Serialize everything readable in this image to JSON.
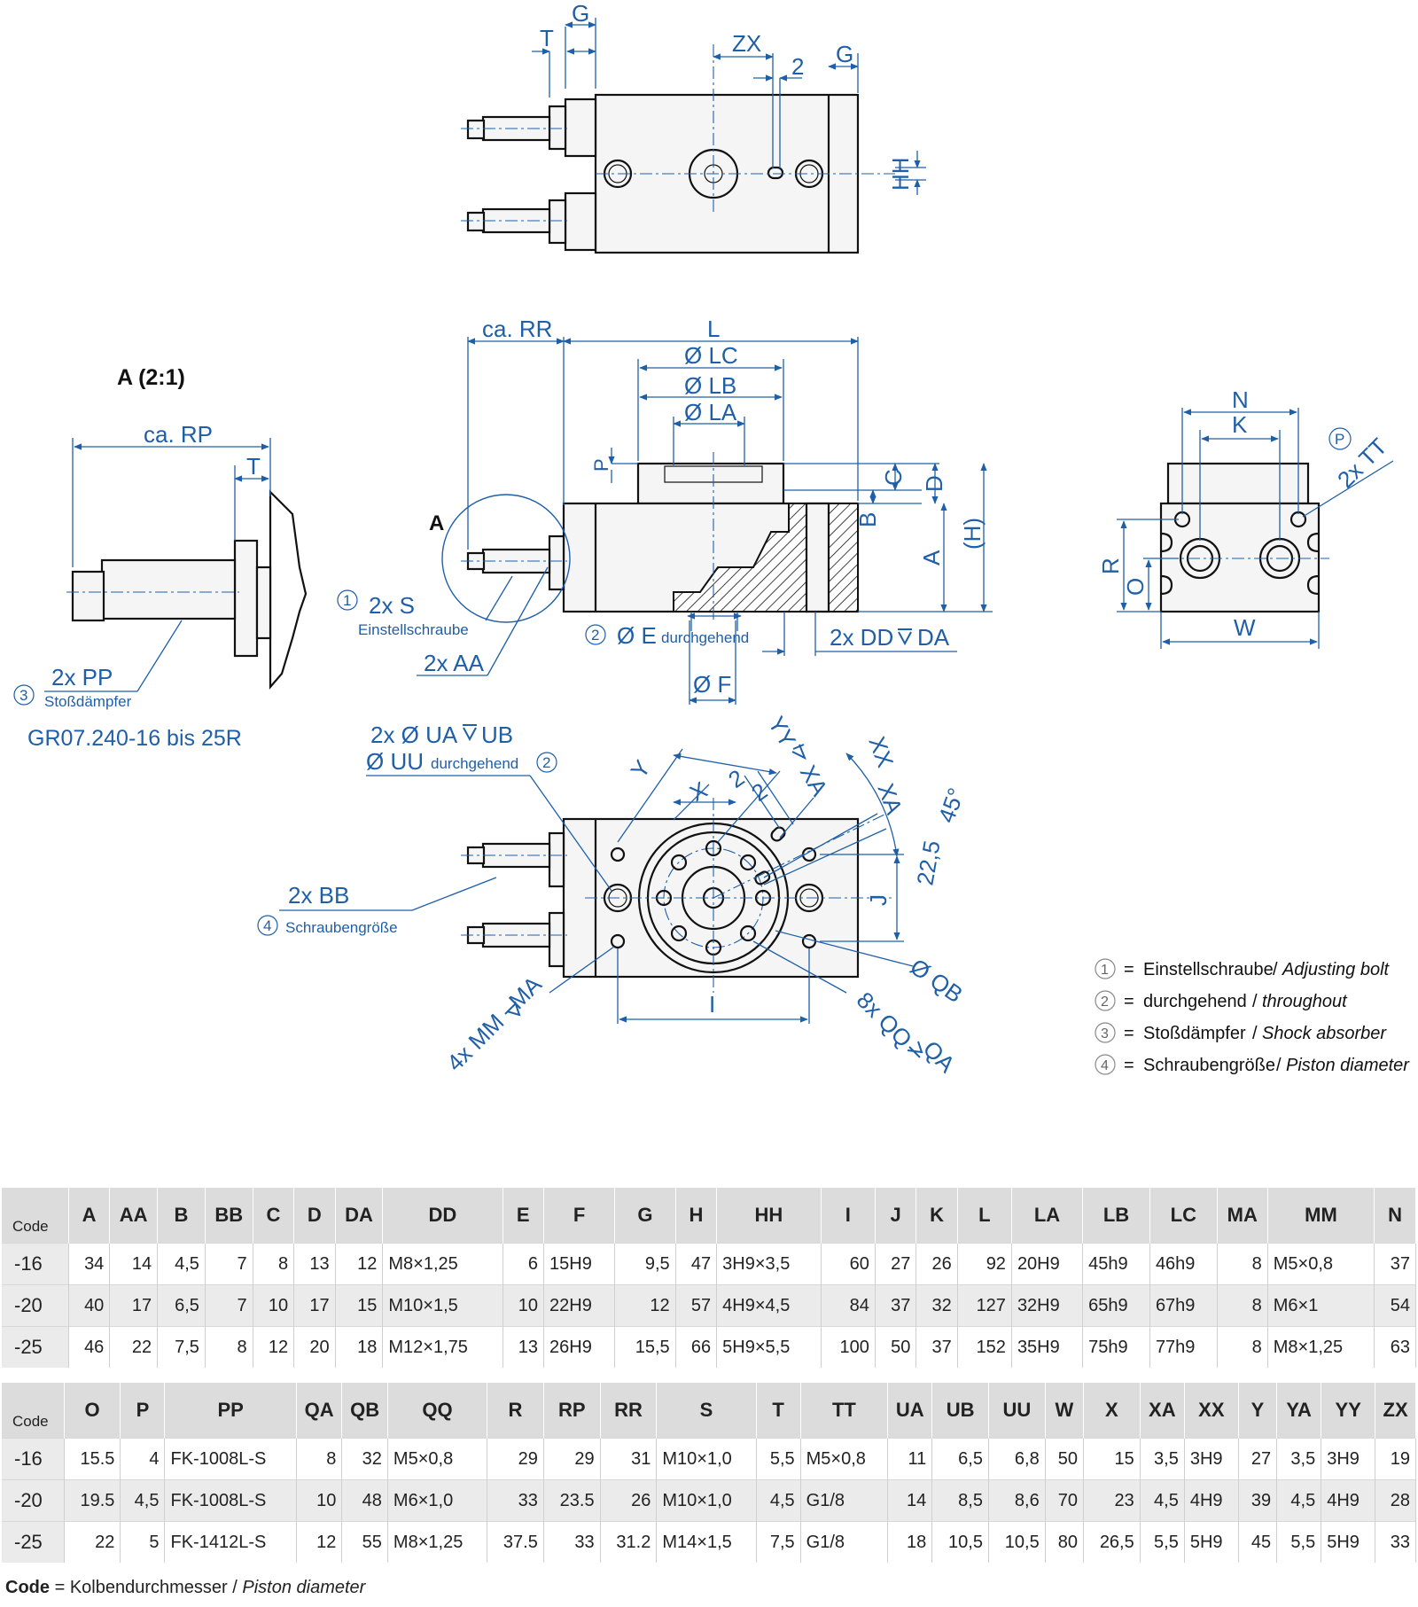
{
  "drawing": {
    "view_label": "A (2:1)",
    "detail_marker": "A",
    "model_range": "GR07.240-16 bis 25R",
    "top_view": {
      "T": "T",
      "G": "G",
      "ZX": "ZX",
      "two": "2",
      "G2": "G",
      "HH": "HH"
    },
    "side_view": {
      "ca_RR": "ca. RR",
      "L": "L",
      "LC": "Ø LC",
      "LB": "Ø LB",
      "LA": "Ø LA",
      "P": "P",
      "C": "C",
      "D": "D",
      "B": "B",
      "A": "A",
      "H": "(H)",
      "S": "2x S",
      "S_sub": "Einstellschraube",
      "S_num": "1",
      "AA": "2x AA",
      "E": "Ø E",
      "E_sub": "durchgehend",
      "E_num": "2",
      "DD": "2x DD",
      "DA": "DA",
      "F": "Ø F"
    },
    "detail": {
      "RP": "ca. RP",
      "T": "T",
      "PP": "2x PP",
      "PP_sub": "Stoßdämpfer",
      "PP_num": "3"
    },
    "end_view": {
      "N": "N",
      "K": "K",
      "TT": "2x TT",
      "TT_num": "P",
      "R": "R",
      "O": "O",
      "W": "W"
    },
    "bottom_view": {
      "UA": "2x Ø UA",
      "UB": "UB",
      "UU": "Ø UU",
      "UU_sub": "durchgehend",
      "UU_num": "2",
      "Y": "Y",
      "X": "X",
      "two_a": "2",
      "two_b": "2",
      "YY": "YY",
      "XA1": "XA",
      "XX": "XX",
      "XA2": "XA",
      "deg45": "45°",
      "deg22": "22,5",
      "J": "J",
      "QB": "Ø QB",
      "QQ": "8x QQ",
      "QA": "QA",
      "BB": "2x BB",
      "BB_sub": "Schraubengröße",
      "BB_num": "4",
      "MM": "4x MM",
      "MA": "MA",
      "I": "I"
    },
    "legend": [
      {
        "num": "1",
        "de": "Einstellschraube",
        "en": "Adjusting bolt"
      },
      {
        "num": "2",
        "de": "durchgehend",
        "en": "throughout"
      },
      {
        "num": "3",
        "de": "Stoßdämpfer",
        "en": "Shock absorber"
      },
      {
        "num": "4",
        "de": "Schraubengröße",
        "en": "Piston diameter"
      }
    ]
  },
  "table1": {
    "headers": [
      "Code",
      "A",
      "AA",
      "B",
      "BB",
      "C",
      "D",
      "DA",
      "DD",
      "E",
      "F",
      "G",
      "H",
      "HH",
      "I",
      "J",
      "K",
      "L",
      "LA",
      "LB",
      "LC",
      "MA",
      "MM",
      "N"
    ],
    "rows": [
      [
        "-16",
        "34",
        "14",
        "4,5",
        "7",
        "8",
        "13",
        "12",
        "M8×1,25",
        "6",
        "15H9",
        "9,5",
        "47",
        "3H9×3,5",
        "60",
        "27",
        "26",
        "92",
        "20H9",
        "45h9",
        "46h9",
        "8",
        "M5×0,8",
        "37"
      ],
      [
        "-20",
        "40",
        "17",
        "6,5",
        "7",
        "10",
        "17",
        "15",
        "M10×1,5",
        "10",
        "22H9",
        "12",
        "57",
        "4H9×4,5",
        "84",
        "37",
        "32",
        "127",
        "32H9",
        "65h9",
        "67h9",
        "8",
        "M6×1",
        "54"
      ],
      [
        "-25",
        "46",
        "22",
        "7,5",
        "8",
        "12",
        "20",
        "18",
        "M12×1,75",
        "13",
        "26H9",
        "15,5",
        "66",
        "5H9×5,5",
        "100",
        "50",
        "37",
        "152",
        "35H9",
        "75h9",
        "77h9",
        "8",
        "M8×1,25",
        "63"
      ]
    ]
  },
  "table2": {
    "headers": [
      "Code",
      "O",
      "P",
      "PP",
      "QA",
      "QB",
      "QQ",
      "R",
      "RP",
      "RR",
      "S",
      "T",
      "TT",
      "UA",
      "UB",
      "UU",
      "W",
      "X",
      "XA",
      "XX",
      "Y",
      "YA",
      "YY",
      "ZX"
    ],
    "rows": [
      [
        "-16",
        "15.5",
        "4",
        "FK-1008L-S",
        "8",
        "32",
        "M5×0,8",
        "29",
        "29",
        "31",
        "M10×1,0",
        "5,5",
        "M5×0,8",
        "11",
        "6,5",
        "6,8",
        "50",
        "15",
        "3,5",
        "3H9",
        "27",
        "3,5",
        "3H9",
        "19"
      ],
      [
        "-20",
        "19.5",
        "4,5",
        "FK-1008L-S",
        "10",
        "48",
        "M6×1,0",
        "33",
        "23.5",
        "26",
        "M10×1,0",
        "4,5",
        "G1/8",
        "14",
        "8,5",
        "8,6",
        "70",
        "23",
        "4,5",
        "4H9",
        "39",
        "4,5",
        "4H9",
        "28"
      ],
      [
        "-25",
        "22",
        "5",
        "FK-1412L-S",
        "12",
        "55",
        "M8×1,25",
        "37.5",
        "33",
        "31.2",
        "M14×1,5",
        "7,5",
        "G1/8",
        "18",
        "10,5",
        "10,5",
        "80",
        "26,5",
        "5,5",
        "5H9",
        "45",
        "5,5",
        "5H9",
        "33"
      ]
    ]
  },
  "footnote": {
    "code": "Code",
    "eq": "=",
    "de": "Kolbendurchmesser",
    "en": "Piston diameter"
  }
}
